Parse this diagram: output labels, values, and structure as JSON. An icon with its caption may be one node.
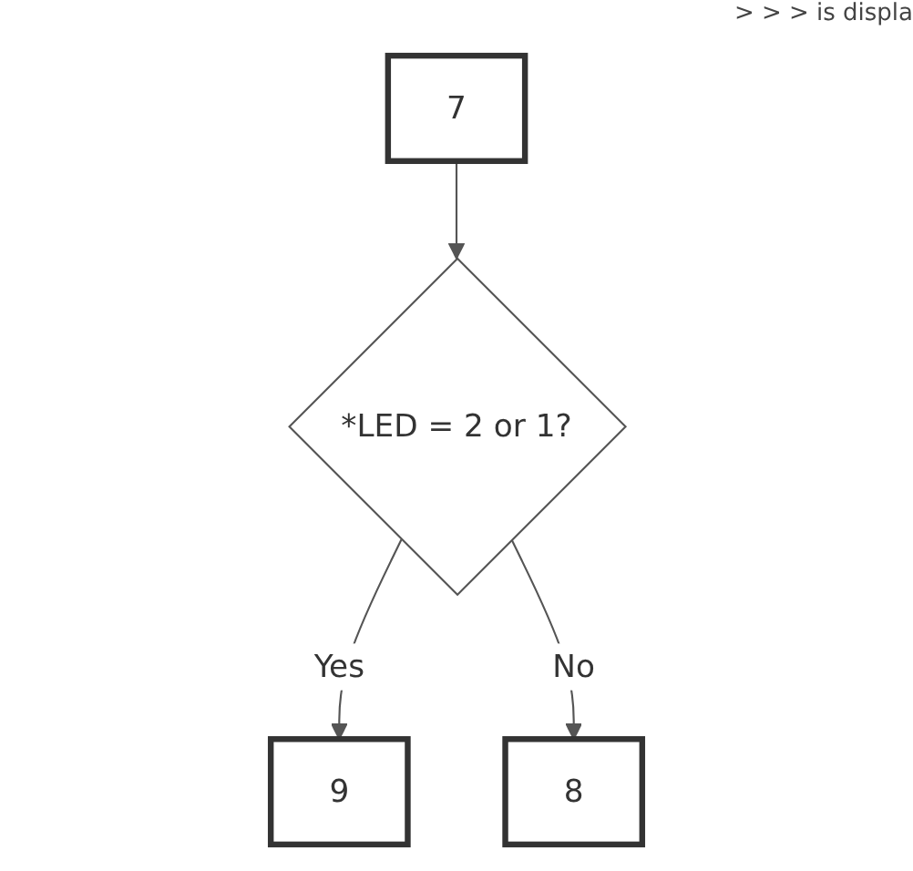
{
  "diagram": {
    "nodes": [
      {
        "text": [
          "7"
        ]
      },
      {
        "text": [
          "*LED = 2 or 1?"
        ]
      },
      {
        "text": [
          "9"
        ]
      },
      {
        "text": [
          "8"
        ]
      }
    ],
    "edges": [
      {
        "from": 0,
        "to": 1,
        "arrow": "to"
      },
      {
        "from": 1,
        "to": 2,
        "arrow": "to",
        "label": "Yes"
      },
      {
        "from": 1,
        "to": 3,
        "arrow": "to",
        "label": "No"
      }
    ],
    "labels": [
      "> > > is displa"
    ]
  }
}
